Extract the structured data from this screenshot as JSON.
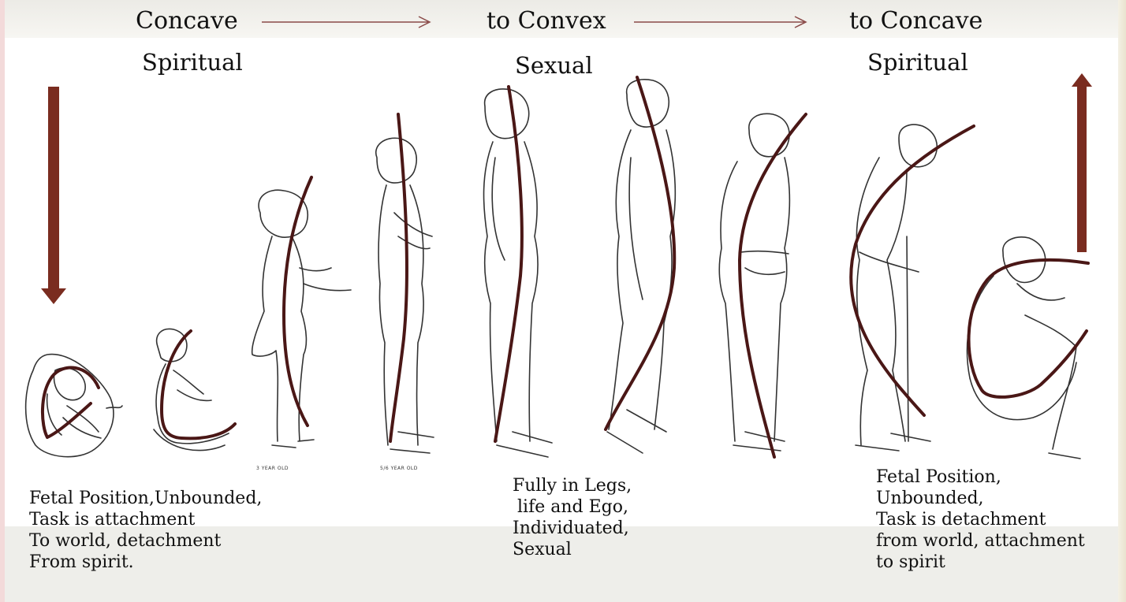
{
  "colors": {
    "curve": "#4a1716",
    "arrow": "#7a2c20",
    "progress_arrow": "#8a4a48",
    "band": "#eeeeea"
  },
  "headings": {
    "h1": "Concave",
    "h2": "to Convex",
    "h3": "to Concave"
  },
  "subheadings": {
    "s1": "Spiritual",
    "s2": "Sexual",
    "s3": "Spiritual"
  },
  "age_labels": {
    "a1": "3 YEAR OLD",
    "a2": "5/6 YEAR OLD"
  },
  "captions": {
    "left": [
      "Fetal Position,Unbounded,",
      "Task is attachment",
      "To world, detachment",
      "From spirit."
    ],
    "middle": [
      "Fully in Legs,",
      "life and Ego,",
      "Individuated,",
      "Sexual"
    ],
    "right": [
      "Fetal Position,",
      "Unbounded,",
      "Task is detachment",
      "from world, attachment",
      "to spirit"
    ]
  },
  "icons": {
    "down_arrow": "down-arrow-icon",
    "up_arrow": "up-arrow-icon",
    "right_arrow": "right-arrow-icon"
  }
}
